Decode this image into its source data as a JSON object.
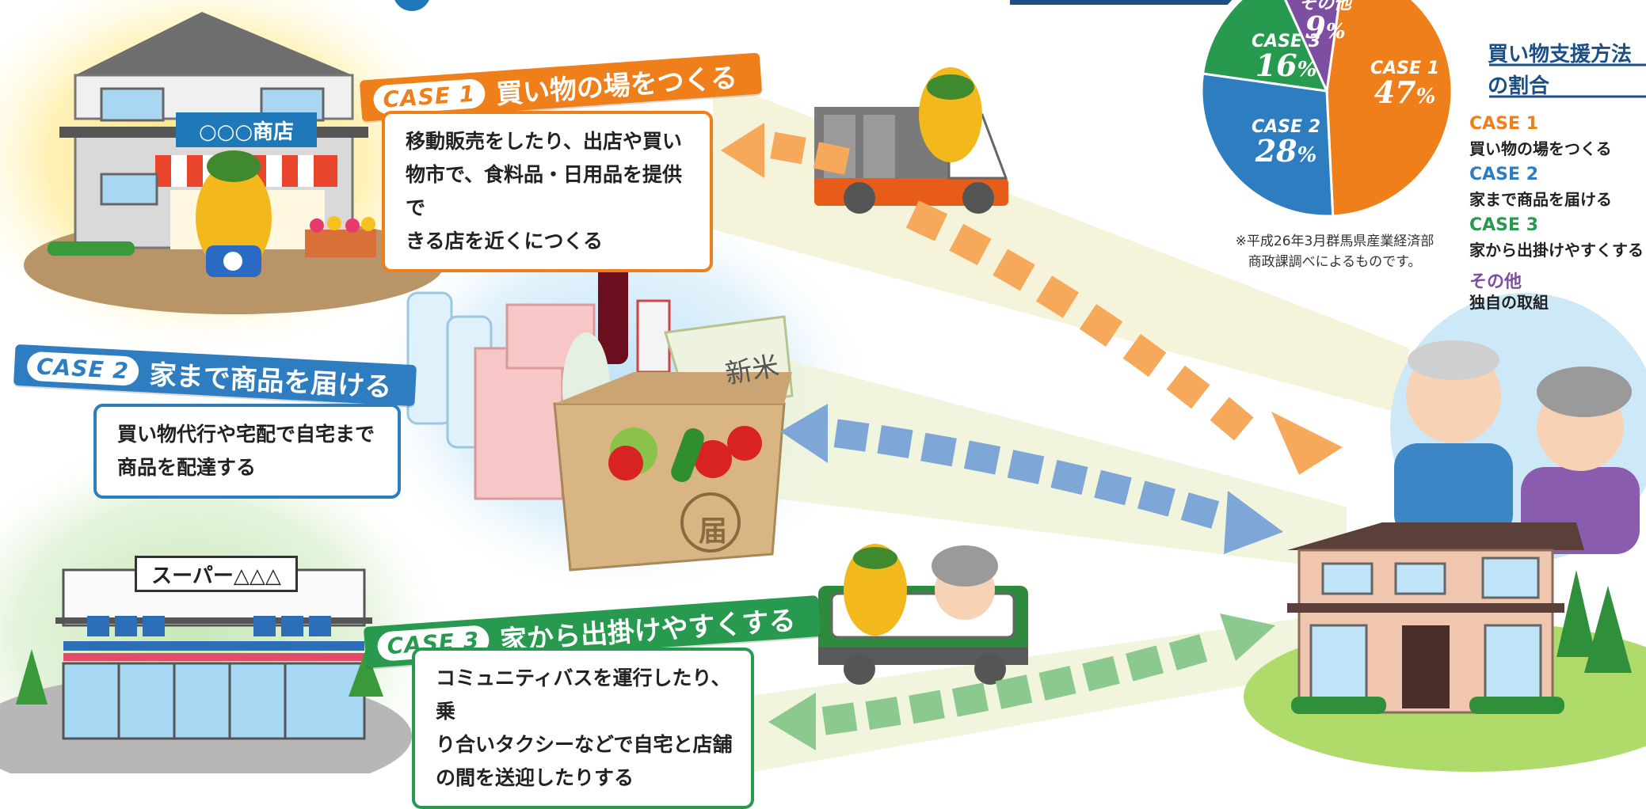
{
  "shop_sign": "○○○商店",
  "super_sign": "スーパー△△△",
  "box_stamp": "届",
  "rice_bag": "新米",
  "cases": [
    {
      "tag": "CASE 1",
      "title": "買い物の場をつくる",
      "lines": [
        "移動販売をしたり、出店や買い",
        "物市で、食料品・日用品を提供で",
        "きる店を近くにつくる"
      ]
    },
    {
      "tag": "CASE 2",
      "title": "家まで商品を届ける",
      "lines": [
        "買い物代行や宅配で自宅まで",
        "商品を配達する"
      ]
    },
    {
      "tag": "CASE 3",
      "title": "家から出掛けやすくする",
      "lines": [
        "コミュニティバスを運行したり、乗",
        "り合いタクシーなどで自宅と店舗",
        "の間を送迎したりする"
      ]
    }
  ],
  "legend": {
    "title_line1": "買い物支援方法",
    "title_line2": "の割合",
    "items": [
      {
        "case": "CASE 1",
        "text": "買い物の場をつくる",
        "color": "#ef7f1a"
      },
      {
        "case": "CASE 2",
        "text": "家まで商品を届ける",
        "color": "#2f7dc1"
      },
      {
        "case": "CASE 3",
        "text": "家から出掛けやすくする",
        "color": "#279a4f"
      },
      {
        "case": "その他",
        "text": "独自の取組",
        "color": "#7c4fa0"
      }
    ]
  },
  "note_lines": [
    "※平成26年3月群馬県産業経済部",
    "商政課調べによるものです。"
  ],
  "chart_data": {
    "type": "pie",
    "slices": [
      {
        "label": "CASE 1",
        "value": 47,
        "value_label": "47",
        "color": "#ef7f1a"
      },
      {
        "label": "CASE 2",
        "value": 28,
        "value_label": "28",
        "color": "#2f7dc1"
      },
      {
        "label": "CASE 3",
        "value": 16,
        "value_label": "16",
        "color": "#279a4f"
      },
      {
        "label": "その他",
        "value": 9,
        "value_label": "9",
        "color": "#7c4fa0"
      }
    ],
    "unit": "%"
  }
}
